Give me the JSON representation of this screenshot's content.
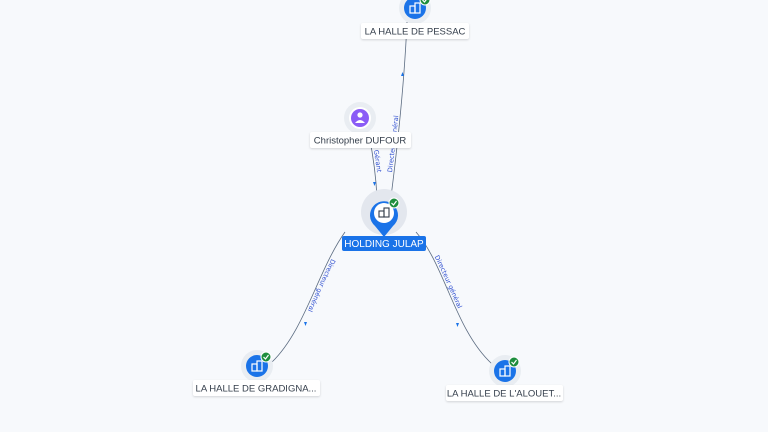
{
  "nodes": {
    "pessac": {
      "label": "LA HALLE DE PESSAC",
      "type": "company",
      "verified": true
    },
    "person": {
      "label": "Christopher DUFOUR",
      "type": "person"
    },
    "holding": {
      "label": "HOLDING JULAP",
      "type": "company",
      "verified": true,
      "main": true
    },
    "gradignan": {
      "label": "LA HALLE DE GRADIGNA...",
      "type": "company",
      "verified": true
    },
    "alouette": {
      "label": "LA HALLE DE L'ALOUET...",
      "type": "company",
      "verified": true
    }
  },
  "edges": {
    "holding_pessac": "Directeur général",
    "person_holding": "Gérant",
    "holding_gradignan": "Directeur général",
    "holding_alouette": "Directeur général"
  },
  "colors": {
    "company_icon": "#1a73e8",
    "person_icon": "#8b5cf6",
    "verified_badge": "#1e8e3e",
    "main_label_bg": "#1a73e8",
    "edge_text": "#2f4fd0"
  }
}
